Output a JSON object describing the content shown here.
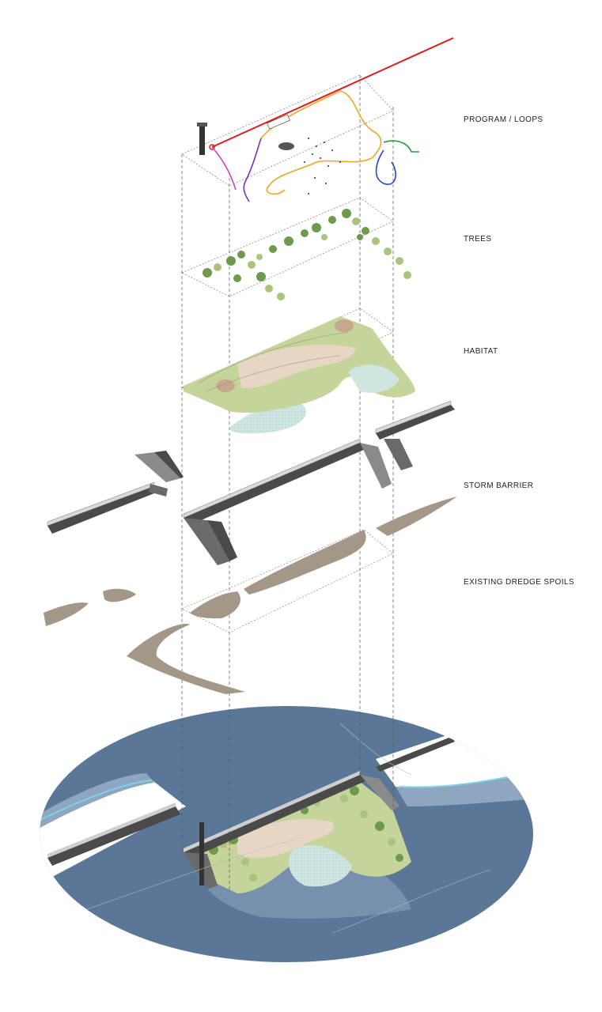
{
  "diagram": {
    "layers": [
      {
        "id": "program",
        "label": "PROGRAM / LOOPS"
      },
      {
        "id": "trees",
        "label": "TREES"
      },
      {
        "id": "habitat",
        "label": "HABITAT"
      },
      {
        "id": "storm",
        "label": "STORM BARRIER"
      },
      {
        "id": "dredge",
        "label": "EXISTING DREDGE SPOILS"
      }
    ]
  },
  "colors": {
    "water": "#5a7797",
    "water_shallow": "#8fa6c1",
    "shore_line": "#7fd0e8",
    "dredge": "#a39888",
    "habitat_green": "#c5d49a",
    "habitat_sand": "#e8d6c4",
    "habitat_water": "#cfe5e2",
    "tree_dark": "#6e9a4e",
    "tree_light": "#a9c47d",
    "barrier_dark": "#4a4a4a",
    "barrier_mid": "#8a8a8a",
    "loop_red": "#e01a1a",
    "loop_orange": "#f2a623",
    "loop_purple": "#7b2fc0",
    "loop_magenta": "#d040c8",
    "loop_blue": "#2a46c8",
    "loop_green": "#2aa040"
  }
}
